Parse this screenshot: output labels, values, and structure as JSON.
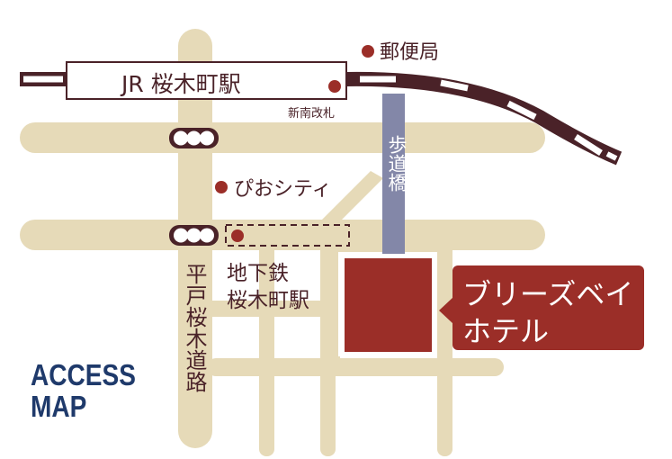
{
  "colors": {
    "road": "#e6dab8",
    "rail": "#4a2228",
    "accent": "#9b2e28",
    "bridge": "#8387a8",
    "title": "#1f3a6b"
  },
  "labels": {
    "jr_station": "JR 桜木町駅",
    "south_gate": "新南改札",
    "post_office": "郵便局",
    "pio_city": "ぴおシティ",
    "pedestrian_bridge": "歩道橋",
    "subway_line1": "地下鉄",
    "subway_line2": "桜木町駅",
    "road_name": "平戸桜木道路",
    "hotel_line1": "ブリーズベイ",
    "hotel_line2": "ホテル",
    "title_line1": "ACCESS",
    "title_line2": "MAP"
  }
}
